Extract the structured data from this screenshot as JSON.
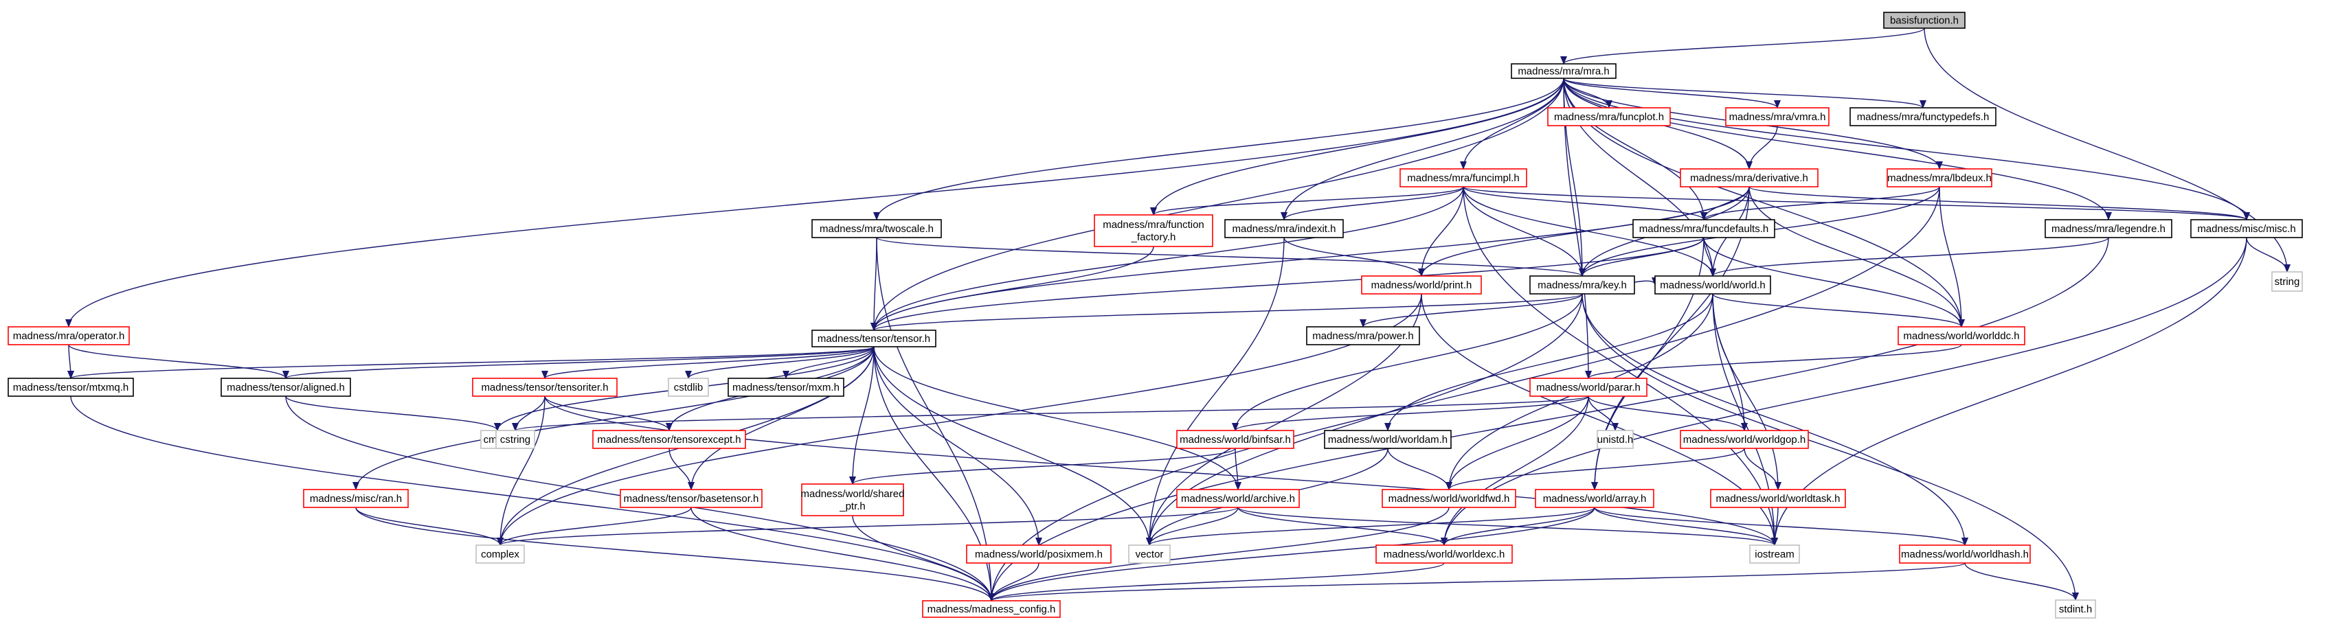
{
  "graph": {
    "colors": {
      "edge": "#191970",
      "documented_border": "#000000",
      "undocumented_border": "#ff0000",
      "system_border": "#bfbfbf",
      "root_fill": "#bfbfbf",
      "node_fill": "#ffffff"
    },
    "nodes": [
      {
        "id": "basisfunction",
        "label": "basisfunction.h",
        "kind": "root"
      },
      {
        "id": "mra",
        "label": "madness/mra/mra.h",
        "kind": "documented"
      },
      {
        "id": "funcplot",
        "label": "madness/mra/funcplot.h",
        "kind": "undocumented"
      },
      {
        "id": "vmra",
        "label": "madness/mra/vmra.h",
        "kind": "undocumented"
      },
      {
        "id": "functypedefs",
        "label": "madness/mra/functypedefs.h",
        "kind": "documented"
      },
      {
        "id": "funcimpl",
        "label": "madness/mra/funcimpl.h",
        "kind": "undocumented"
      },
      {
        "id": "derivative",
        "label": "madness/mra/derivative.h",
        "kind": "undocumented"
      },
      {
        "id": "lbdeux",
        "label": "madness/mra/lbdeux.h",
        "kind": "undocumented"
      },
      {
        "id": "function_factory",
        "label": [
          "madness/mra/function",
          "_factory.h"
        ],
        "kind": "undocumented"
      },
      {
        "id": "indexit",
        "label": "madness/mra/indexit.h",
        "kind": "documented"
      },
      {
        "id": "funcdefaults",
        "label": "madness/mra/funcdefaults.h",
        "kind": "documented"
      },
      {
        "id": "legendre",
        "label": "madness/mra/legendre.h",
        "kind": "documented"
      },
      {
        "id": "miscmisc",
        "label": "madness/misc/misc.h",
        "kind": "documented"
      },
      {
        "id": "twoscale",
        "label": "madness/mra/twoscale.h",
        "kind": "documented"
      },
      {
        "id": "print",
        "label": "madness/world/print.h",
        "kind": "undocumented"
      },
      {
        "id": "key",
        "label": "madness/mra/key.h",
        "kind": "documented"
      },
      {
        "id": "world",
        "label": "madness/world/world.h",
        "kind": "documented"
      },
      {
        "id": "string",
        "label": "string",
        "kind": "system"
      },
      {
        "id": "tensor",
        "label": "madness/tensor/tensor.h",
        "kind": "documented"
      },
      {
        "id": "power",
        "label": "madness/mra/power.h",
        "kind": "documented"
      },
      {
        "id": "worlddc",
        "label": "madness/world/worlddc.h",
        "kind": "undocumented"
      },
      {
        "id": "operator",
        "label": "madness/mra/operator.h",
        "kind": "undocumented"
      },
      {
        "id": "mtxmq",
        "label": "madness/tensor/mtxmq.h",
        "kind": "documented"
      },
      {
        "id": "aligned",
        "label": "madness/tensor/aligned.h",
        "kind": "documented"
      },
      {
        "id": "tensoriter",
        "label": "madness/tensor/tensoriter.h",
        "kind": "undocumented"
      },
      {
        "id": "cstdlib",
        "label": "cstdlib",
        "kind": "system"
      },
      {
        "id": "mxm",
        "label": "madness/tensor/mxm.h",
        "kind": "documented"
      },
      {
        "id": "parar",
        "label": "madness/world/parar.h",
        "kind": "undocumented"
      },
      {
        "id": "cmath",
        "label": "cmath",
        "kind": "system"
      },
      {
        "id": "cstring",
        "label": "cstring",
        "kind": "system"
      },
      {
        "id": "tensorexcept",
        "label": "madness/tensor/tensorexcept.h",
        "kind": "undocumented"
      },
      {
        "id": "binfsar",
        "label": "madness/world/binfsar.h",
        "kind": "undocumented"
      },
      {
        "id": "worldam",
        "label": "madness/world/worldam.h",
        "kind": "documented"
      },
      {
        "id": "unistd",
        "label": "unistd.h",
        "kind": "system"
      },
      {
        "id": "worldgop",
        "label": "madness/world/worldgop.h",
        "kind": "undocumented"
      },
      {
        "id": "ran",
        "label": "madness/misc/ran.h",
        "kind": "undocumented"
      },
      {
        "id": "basetensor",
        "label": "madness/tensor/basetensor.h",
        "kind": "undocumented"
      },
      {
        "id": "shared_ptr",
        "label": [
          "madness/world/shared",
          "_ptr.h"
        ],
        "kind": "undocumented"
      },
      {
        "id": "archive",
        "label": "madness/world/archive.h",
        "kind": "undocumented"
      },
      {
        "id": "worldfwd",
        "label": "madness/world/worldfwd.h",
        "kind": "undocumented"
      },
      {
        "id": "array",
        "label": "madness/world/array.h",
        "kind": "undocumented"
      },
      {
        "id": "worldtask",
        "label": "madness/world/worldtask.h",
        "kind": "undocumented"
      },
      {
        "id": "complex",
        "label": "complex",
        "kind": "system"
      },
      {
        "id": "posixmem",
        "label": "madness/world/posixmem.h",
        "kind": "undocumented"
      },
      {
        "id": "vector",
        "label": "vector",
        "kind": "system"
      },
      {
        "id": "worldexc",
        "label": "madness/world/worldexc.h",
        "kind": "undocumented"
      },
      {
        "id": "iostream",
        "label": "iostream",
        "kind": "system"
      },
      {
        "id": "worldhash",
        "label": "madness/world/worldhash.h",
        "kind": "undocumented"
      },
      {
        "id": "madness_config",
        "label": "madness/madness_config.h",
        "kind": "undocumented"
      },
      {
        "id": "stdint",
        "label": "stdint.h",
        "kind": "system"
      }
    ],
    "edges": [
      [
        "basisfunction",
        "mra"
      ],
      [
        "basisfunction",
        "string"
      ],
      [
        "mra",
        "funcplot"
      ],
      [
        "mra",
        "vmra"
      ],
      [
        "mra",
        "functypedefs"
      ],
      [
        "mra",
        "funcimpl"
      ],
      [
        "mra",
        "derivative"
      ],
      [
        "mra",
        "lbdeux"
      ],
      [
        "mra",
        "function_factory"
      ],
      [
        "mra",
        "indexit"
      ],
      [
        "mra",
        "funcdefaults"
      ],
      [
        "mra",
        "legendre"
      ],
      [
        "mra",
        "miscmisc"
      ],
      [
        "mra",
        "twoscale"
      ],
      [
        "mra",
        "key"
      ],
      [
        "mra",
        "world"
      ],
      [
        "mra",
        "worlddc"
      ],
      [
        "mra",
        "tensor"
      ],
      [
        "mra",
        "operator"
      ],
      [
        "mra",
        "parar"
      ],
      [
        "vmra",
        "derivative"
      ],
      [
        "funcimpl",
        "function_factory"
      ],
      [
        "funcimpl",
        "indexit"
      ],
      [
        "funcimpl",
        "funcdefaults"
      ],
      [
        "funcimpl",
        "print"
      ],
      [
        "funcimpl",
        "key"
      ],
      [
        "funcimpl",
        "world"
      ],
      [
        "funcimpl",
        "tensor"
      ],
      [
        "funcimpl",
        "miscmisc"
      ],
      [
        "funcimpl",
        "iostream"
      ],
      [
        "derivative",
        "funcdefaults"
      ],
      [
        "derivative",
        "key"
      ],
      [
        "derivative",
        "world"
      ],
      [
        "derivative",
        "worlddc"
      ],
      [
        "derivative",
        "tensor"
      ],
      [
        "derivative",
        "miscmisc"
      ],
      [
        "derivative",
        "print"
      ],
      [
        "derivative",
        "array"
      ],
      [
        "lbdeux",
        "funcdefaults"
      ],
      [
        "lbdeux",
        "key"
      ],
      [
        "lbdeux",
        "worlddc"
      ],
      [
        "lbdeux",
        "madness_config"
      ],
      [
        "function_factory",
        "tensor"
      ],
      [
        "indexit",
        "print"
      ],
      [
        "indexit",
        "vector"
      ],
      [
        "funcdefaults",
        "key"
      ],
      [
        "funcdefaults",
        "world"
      ],
      [
        "funcdefaults",
        "worlddc"
      ],
      [
        "funcdefaults",
        "array"
      ],
      [
        "funcdefaults",
        "tensor"
      ],
      [
        "legendre",
        "world"
      ],
      [
        "legendre",
        "madness_config"
      ],
      [
        "miscmisc",
        "string"
      ],
      [
        "miscmisc",
        "iostream"
      ],
      [
        "miscmisc",
        "worldexc"
      ],
      [
        "twoscale",
        "tensor"
      ],
      [
        "twoscale",
        "key"
      ],
      [
        "twoscale",
        "madness_config"
      ],
      [
        "print",
        "vector"
      ],
      [
        "print",
        "iostream"
      ],
      [
        "print",
        "complex"
      ],
      [
        "key",
        "power"
      ],
      [
        "key",
        "world"
      ],
      [
        "key",
        "vector"
      ],
      [
        "key",
        "worldhash"
      ],
      [
        "key",
        "binfsar"
      ],
      [
        "key",
        "stdint"
      ],
      [
        "key",
        "tensor"
      ],
      [
        "world",
        "worlddc"
      ],
      [
        "world",
        "worldam"
      ],
      [
        "world",
        "worldgop"
      ],
      [
        "world",
        "worldtask"
      ],
      [
        "world",
        "worldfwd"
      ],
      [
        "world",
        "iostream"
      ],
      [
        "worlddc",
        "parar"
      ],
      [
        "tensor",
        "mtxmq"
      ],
      [
        "tensor",
        "aligned"
      ],
      [
        "tensor",
        "tensoriter"
      ],
      [
        "tensor",
        "cstdlib"
      ],
      [
        "tensor",
        "mxm"
      ],
      [
        "tensor",
        "cmath"
      ],
      [
        "tensor",
        "tensorexcept"
      ],
      [
        "tensor",
        "ran"
      ],
      [
        "tensor",
        "basetensor"
      ],
      [
        "tensor",
        "shared_ptr"
      ],
      [
        "tensor",
        "archive"
      ],
      [
        "tensor",
        "complex"
      ],
      [
        "tensor",
        "posixmem"
      ],
      [
        "tensor",
        "vector"
      ],
      [
        "tensor",
        "madness_config"
      ],
      [
        "operator",
        "mtxmq"
      ],
      [
        "operator",
        "aligned"
      ],
      [
        "mtxmq",
        "madness_config"
      ],
      [
        "aligned",
        "cmath"
      ],
      [
        "aligned",
        "madness_config"
      ],
      [
        "tensoriter",
        "cstring"
      ],
      [
        "tensoriter",
        "tensorexcept"
      ],
      [
        "tensoriter",
        "complex"
      ],
      [
        "tensoriter",
        "iostream"
      ],
      [
        "parar",
        "cstring"
      ],
      [
        "parar",
        "binfsar"
      ],
      [
        "parar",
        "unistd"
      ],
      [
        "parar",
        "worldgop"
      ],
      [
        "parar",
        "worldfwd"
      ],
      [
        "parar",
        "worldexc"
      ],
      [
        "tensorexcept",
        "basetensor"
      ],
      [
        "binfsar",
        "archive"
      ],
      [
        "binfsar",
        "shared_ptr"
      ],
      [
        "worldam",
        "worldfwd"
      ],
      [
        "worldam",
        "vector"
      ],
      [
        "worldgop",
        "worldtask"
      ],
      [
        "worldgop",
        "worldfwd"
      ],
      [
        "ran",
        "complex"
      ],
      [
        "ran",
        "madness_config"
      ],
      [
        "basetensor",
        "complex"
      ],
      [
        "basetensor",
        "madness_config"
      ],
      [
        "shared_ptr",
        "madness_config"
      ],
      [
        "archive",
        "complex"
      ],
      [
        "archive",
        "vector"
      ],
      [
        "archive",
        "worldexc"
      ],
      [
        "archive",
        "iostream"
      ],
      [
        "worldfwd",
        "madness_config"
      ],
      [
        "array",
        "vector"
      ],
      [
        "array",
        "worldexc"
      ],
      [
        "array",
        "iostream"
      ],
      [
        "array",
        "worldhash"
      ],
      [
        "array",
        "madness_config"
      ],
      [
        "worldtask",
        "iostream"
      ],
      [
        "posixmem",
        "madness_config"
      ],
      [
        "worldexc",
        "madness_config"
      ],
      [
        "worldhash",
        "madness_config"
      ],
      [
        "worldhash",
        "stdint"
      ]
    ]
  }
}
